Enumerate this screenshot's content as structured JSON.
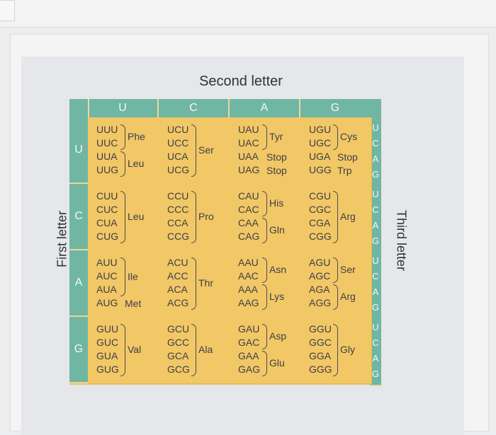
{
  "title": "Second letter",
  "first_label": "First letter",
  "third_label": "Third letter",
  "second_bases": [
    "U",
    "C",
    "A",
    "G"
  ],
  "first_bases": [
    "U",
    "C",
    "A",
    "G"
  ],
  "third_bases": [
    "U",
    "C",
    "A",
    "G"
  ],
  "rows": [
    {
      "cols": [
        {
          "codons": [
            "UUU",
            "UUC",
            "UUA",
            "UUG"
          ],
          "groups": [
            {
              "start": 0,
              "end": 1,
              "label": "Phe"
            },
            {
              "start": 2,
              "end": 3,
              "label": "Leu"
            }
          ]
        },
        {
          "codons": [
            "UCU",
            "UCC",
            "UCA",
            "UCG"
          ],
          "groups": [
            {
              "start": 0,
              "end": 3,
              "label": "Ser"
            }
          ]
        },
        {
          "codons": [
            "UAU",
            "UAC",
            "UAA",
            "UAG"
          ],
          "groups": [
            {
              "start": 0,
              "end": 1,
              "label": "Tyr"
            },
            {
              "start": 2,
              "end": 2,
              "label": "Stop"
            },
            {
              "start": 3,
              "end": 3,
              "label": "Stop"
            }
          ]
        },
        {
          "codons": [
            "UGU",
            "UGC",
            "UGA",
            "UGG"
          ],
          "groups": [
            {
              "start": 0,
              "end": 1,
              "label": "Cys"
            },
            {
              "start": 2,
              "end": 2,
              "label": "Stop"
            },
            {
              "start": 3,
              "end": 3,
              "label": "Trp"
            }
          ]
        }
      ]
    },
    {
      "cols": [
        {
          "codons": [
            "CUU",
            "CUC",
            "CUA",
            "CUG"
          ],
          "groups": [
            {
              "start": 0,
              "end": 3,
              "label": "Leu"
            }
          ]
        },
        {
          "codons": [
            "CCU",
            "CCC",
            "CCA",
            "CCG"
          ],
          "groups": [
            {
              "start": 0,
              "end": 3,
              "label": "Pro"
            }
          ]
        },
        {
          "codons": [
            "CAU",
            "CAC",
            "CAA",
            "CAG"
          ],
          "groups": [
            {
              "start": 0,
              "end": 1,
              "label": "His"
            },
            {
              "start": 2,
              "end": 3,
              "label": "Gln"
            }
          ]
        },
        {
          "codons": [
            "CGU",
            "CGC",
            "CGA",
            "CGG"
          ],
          "groups": [
            {
              "start": 0,
              "end": 3,
              "label": "Arg"
            }
          ]
        }
      ]
    },
    {
      "cols": [
        {
          "codons": [
            "AUU",
            "AUC",
            "AUA",
            "AUG"
          ],
          "groups": [
            {
              "start": 0,
              "end": 2,
              "label": "Ile"
            },
            {
              "start": 3,
              "end": 3,
              "label": "Met"
            }
          ]
        },
        {
          "codons": [
            "ACU",
            "ACC",
            "ACA",
            "ACG"
          ],
          "groups": [
            {
              "start": 0,
              "end": 3,
              "label": "Thr"
            }
          ]
        },
        {
          "codons": [
            "AAU",
            "AAC",
            "AAA",
            "AAG"
          ],
          "groups": [
            {
              "start": 0,
              "end": 1,
              "label": "Asn"
            },
            {
              "start": 2,
              "end": 3,
              "label": "Lys"
            }
          ]
        },
        {
          "codons": [
            "AGU",
            "AGC",
            "AGA",
            "AGG"
          ],
          "groups": [
            {
              "start": 0,
              "end": 1,
              "label": "Ser"
            },
            {
              "start": 2,
              "end": 3,
              "label": "Arg"
            }
          ]
        }
      ]
    },
    {
      "cols": [
        {
          "codons": [
            "GUU",
            "GUC",
            "GUA",
            "GUG"
          ],
          "groups": [
            {
              "start": 0,
              "end": 3,
              "label": "Val"
            }
          ]
        },
        {
          "codons": [
            "GCU",
            "GCC",
            "GCA",
            "GCG"
          ],
          "groups": [
            {
              "start": 0,
              "end": 3,
              "label": "Ala"
            }
          ]
        },
        {
          "codons": [
            "GAU",
            "GAC",
            "GAA",
            "GAG"
          ],
          "groups": [
            {
              "start": 0,
              "end": 1,
              "label": "Asp"
            },
            {
              "start": 2,
              "end": 3,
              "label": "Glu"
            }
          ]
        },
        {
          "codons": [
            "GGU",
            "GGC",
            "GGA",
            "GGG"
          ],
          "groups": [
            {
              "start": 0,
              "end": 3,
              "label": "Gly"
            }
          ]
        }
      ]
    }
  ]
}
